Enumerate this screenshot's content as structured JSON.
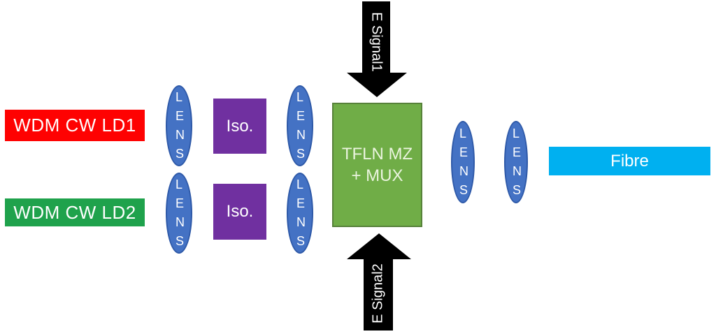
{
  "diagram": {
    "background_color": "#ffffff",
    "sources": {
      "ld1": {
        "label": "WDM CW LD1",
        "color": "#fe0202",
        "text_color": "#ffffff"
      },
      "ld2": {
        "label": "WDM CW LD2",
        "color": "#1fa24c",
        "text_color": "#ffffff"
      }
    },
    "isolators": {
      "iso1": {
        "label": "Iso.",
        "color": "#7030a0",
        "text_color": "#ffffff"
      },
      "iso2": {
        "label": "Iso.",
        "color": "#7030a0",
        "text_color": "#ffffff"
      }
    },
    "lens": {
      "label": "LENS",
      "count": 6,
      "fill_color": "#4472c4",
      "border_color": "#2e59a8",
      "text_color": "#ffffff"
    },
    "modulator": {
      "label_line1": "TFLN MZ",
      "label_line2": "+ MUX",
      "color": "#70ad47",
      "border_color": "#568139",
      "text_color": "#eaf4de"
    },
    "electrical_inputs": {
      "esignal1": {
        "label": "E Signal1",
        "direction": "down",
        "color": "#000000",
        "text_color": "#ffffff"
      },
      "esignal2": {
        "label": "E Signal2",
        "direction": "up",
        "color": "#000000",
        "text_color": "#ffffff"
      }
    },
    "output": {
      "fibre": {
        "label": "Fibre",
        "color": "#00b0f0",
        "text_color": "#ffffff"
      }
    }
  }
}
